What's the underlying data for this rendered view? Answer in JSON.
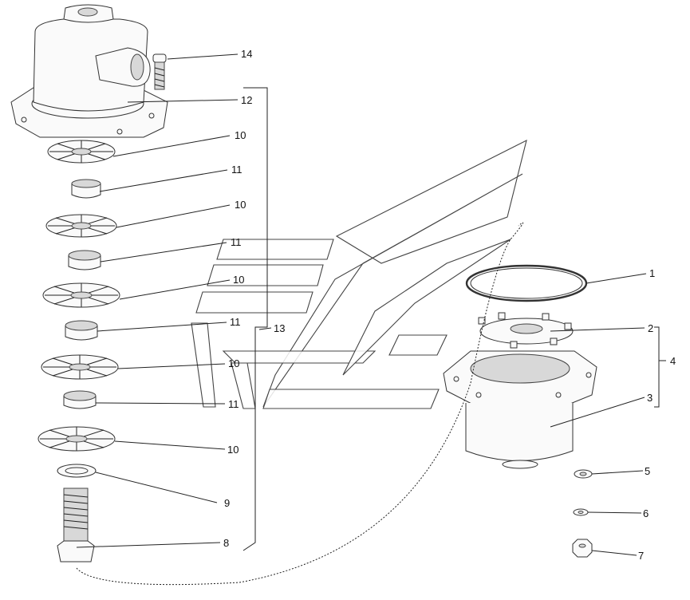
{
  "callouts": [
    {
      "id": "c14a",
      "text": "14"
    },
    {
      "id": "c12",
      "text": "12"
    },
    {
      "id": "c10a",
      "text": "10"
    },
    {
      "id": "c11a",
      "text": "11"
    },
    {
      "id": "c10b",
      "text": "10"
    },
    {
      "id": "c11b",
      "text": "11"
    },
    {
      "id": "c10c",
      "text": "10"
    },
    {
      "id": "c11c",
      "text": "11"
    },
    {
      "id": "c13",
      "text": "13"
    },
    {
      "id": "c10d",
      "text": "10"
    },
    {
      "id": "c11d",
      "text": "11"
    },
    {
      "id": "c10e",
      "text": "10"
    },
    {
      "id": "c9",
      "text": "9"
    },
    {
      "id": "c8",
      "text": "8"
    },
    {
      "id": "c1",
      "text": "1"
    },
    {
      "id": "c2",
      "text": "2"
    },
    {
      "id": "c3",
      "text": "3"
    },
    {
      "id": "c4",
      "text": "4"
    },
    {
      "id": "c5",
      "text": "5"
    },
    {
      "id": "c6",
      "text": "6"
    },
    {
      "id": "c7",
      "text": "7"
    }
  ]
}
